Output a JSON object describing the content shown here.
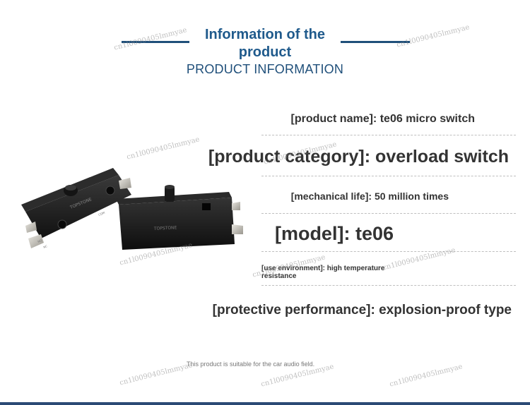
{
  "header": {
    "title": "Information of the product",
    "subtitle": "PRODUCT INFORMATION"
  },
  "specs": [
    {
      "label": "[product name]:",
      "value": "te06 micro switch"
    },
    {
      "label": "[product category]:",
      "value": "overload switch"
    },
    {
      "label": "[mechanical life]:",
      "value": "50 million times"
    },
    {
      "label": "[model]:",
      "value": "te06"
    },
    {
      "label": "[use environment]:",
      "value": "high temperature resistance"
    },
    {
      "label": "[protective performance]:",
      "value": "explosion-proof type"
    }
  ],
  "footnote": "This product is suitable for the car audio field.",
  "watermark": "cn1l0090405lmmyae",
  "product_image": {
    "description_icon": "micro-switch-photo",
    "brand_text": "TOPSTONE",
    "terminal_labels": [
      "COM",
      "NO",
      "NC"
    ]
  },
  "colors": {
    "title_blue": "#1f5a8c",
    "line_blue": "#1f4f7a",
    "text": "#333333"
  }
}
